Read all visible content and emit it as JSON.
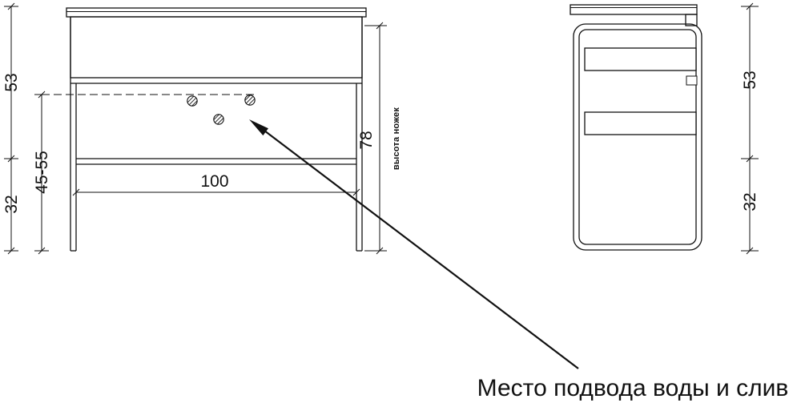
{
  "colors": {
    "ink": "#111111",
    "background": "#ffffff"
  },
  "front_view": {
    "dim_top": "53",
    "dim_drain_height": "45-55",
    "dim_bottom": "32",
    "dim_width": "100",
    "dim_body_height": "78",
    "legs_note": "высота ножек"
  },
  "side_view": {
    "dim_top": "53",
    "dim_bottom": "32"
  },
  "callout": {
    "label": "Место подвода воды и слив"
  }
}
